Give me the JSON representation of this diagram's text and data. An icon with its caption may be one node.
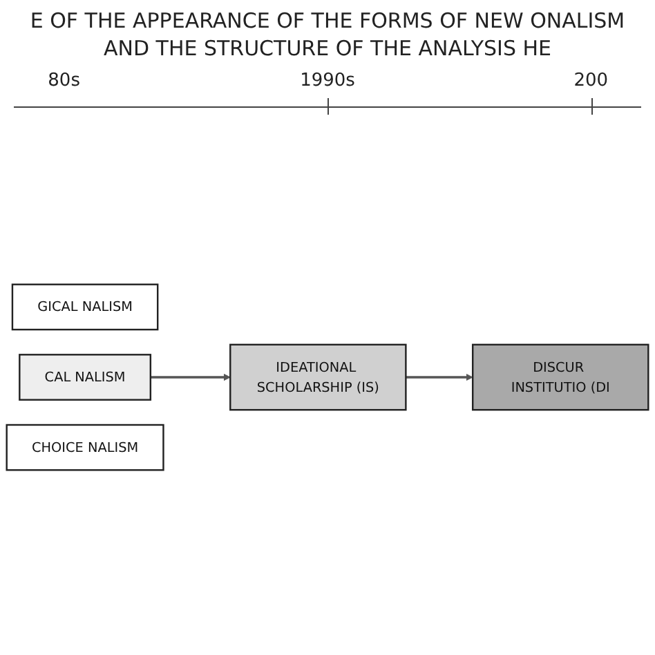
{
  "diagram": {
    "title": "E OF THE APPEARANCE OF THE FORMS OF NEW ONALISM AND THE STRUCTURE OF THE ANALYSIS HE",
    "nodes": [
      {
        "text": [
          "GICAL NALISM"
        ]
      },
      {
        "text": [
          "CAL NALISM"
        ]
      },
      {
        "text": [
          "IDEATIONAL SCHOLARSHIP (IS)"
        ]
      },
      {
        "text": [
          "DISCUR INSTITUTIO (DI"
        ]
      },
      {
        "text": [
          "CHOICE NALISM"
        ]
      }
    ],
    "edges": [
      {
        "from": 1,
        "to": 2,
        "arrow": "to"
      },
      {
        "from": 2,
        "to": 3,
        "arrow": "to"
      }
    ],
    "labels": [
      "80s",
      "1990s",
      "200"
    ]
  }
}
